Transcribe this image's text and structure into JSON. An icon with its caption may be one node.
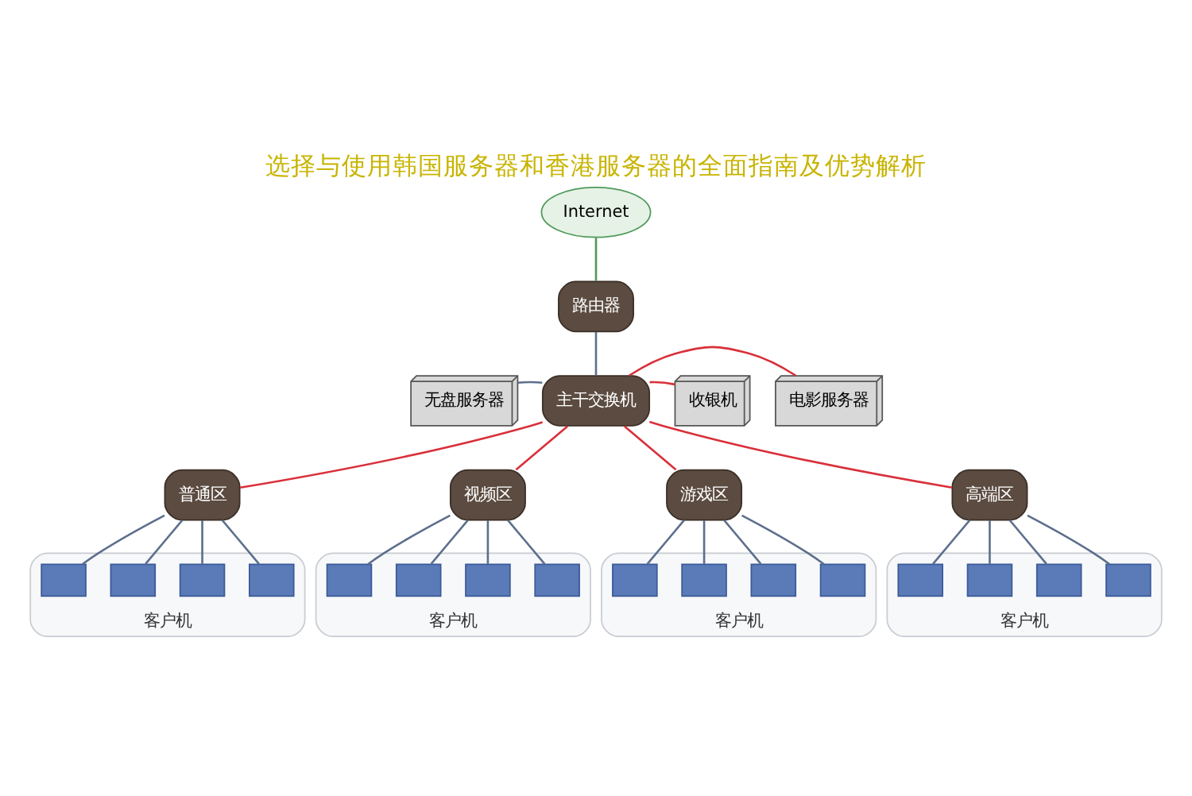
{
  "diagram": {
    "title": "选择与使用韩国服务器和香港服务器的全面指南及优势解析",
    "nodes": [
      {
        "text": [
          "Internet"
        ]
      },
      {
        "text": [
          "路由器"
        ]
      },
      {
        "text": [
          "无盘服务器"
        ]
      },
      {
        "text": [
          "主干交换机"
        ]
      },
      {
        "text": [
          "收银机"
        ]
      },
      {
        "text": [
          "电影服务器"
        ]
      },
      {
        "text": [
          "普通区"
        ]
      },
      {
        "text": [
          "视频区"
        ]
      },
      {
        "text": [
          "游戏区"
        ]
      },
      {
        "text": [
          "高端区"
        ]
      },
      {
        "text": [
          "客户机"
        ]
      },
      {
        "text": [],
        "shape": "box",
        "in": 10
      },
      {
        "text": [],
        "shape": "box",
        "in": 10
      },
      {
        "text": [],
        "shape": "box",
        "in": 10
      },
      {
        "text": [],
        "shape": "box",
        "in": 10
      },
      {
        "text": [
          "客户机"
        ]
      },
      {
        "text": [],
        "shape": "box",
        "in": 15
      },
      {
        "text": [],
        "shape": "box",
        "in": 15
      },
      {
        "text": [],
        "shape": "box",
        "in": 15
      },
      {
        "text": [],
        "shape": "box",
        "in": 15
      },
      {
        "text": [
          "客户机"
        ]
      },
      {
        "text": [],
        "shape": "box",
        "in": 20
      },
      {
        "text": [],
        "shape": "box",
        "in": 20
      },
      {
        "text": [],
        "shape": "box",
        "in": 20
      },
      {
        "text": [],
        "shape": "box",
        "in": 20
      },
      {
        "text": [
          "客户机"
        ]
      },
      {
        "text": [],
        "shape": "box",
        "in": 25
      },
      {
        "text": [],
        "shape": "box",
        "in": 25
      },
      {
        "text": [],
        "shape": "box",
        "in": 25
      },
      {
        "text": [],
        "shape": "box",
        "in": 25
      }
    ],
    "edges": [
      {
        "from": 0,
        "to": 1,
        "arrow": "none",
        "color": "#4f9a5a"
      },
      {
        "from": 1,
        "to": 3,
        "arrow": "none"
      },
      {
        "from": 2,
        "to": 3,
        "arrow": "none"
      },
      {
        "from": 3,
        "to": 4,
        "arrow": "none",
        "color": "#d9303a"
      },
      {
        "from": 3,
        "to": 5,
        "arrow": "none",
        "color": "#d9303a"
      },
      {
        "from": 3,
        "to": 6,
        "arrow": "none",
        "color": "#d9303a"
      },
      {
        "from": 3,
        "to": 7,
        "arrow": "none",
        "color": "#d9303a"
      },
      {
        "from": 3,
        "to": 8,
        "arrow": "none",
        "color": "#d9303a"
      },
      {
        "from": 3,
        "to": 9,
        "arrow": "none",
        "color": "#d9303a"
      },
      {
        "from": 6,
        "to": 11,
        "arrow": "none"
      },
      {
        "from": 6,
        "to": 12,
        "arrow": "none"
      },
      {
        "from": 6,
        "to": 13,
        "arrow": "none"
      },
      {
        "from": 6,
        "to": 14,
        "arrow": "none"
      },
      {
        "from": 7,
        "to": 16,
        "arrow": "none"
      },
      {
        "from": 7,
        "to": 17,
        "arrow": "none"
      },
      {
        "from": 7,
        "to": 18,
        "arrow": "none"
      },
      {
        "from": 7,
        "to": 19,
        "arrow": "none"
      },
      {
        "from": 8,
        "to": 21,
        "arrow": "none"
      },
      {
        "from": 8,
        "to": 22,
        "arrow": "none"
      },
      {
        "from": 8,
        "to": 23,
        "arrow": "none"
      },
      {
        "from": 8,
        "to": 24,
        "arrow": "none"
      },
      {
        "from": 9,
        "to": 26,
        "arrow": "none"
      },
      {
        "from": 9,
        "to": 27,
        "arrow": "none"
      },
      {
        "from": 9,
        "to": 28,
        "arrow": "none"
      },
      {
        "from": 9,
        "to": 29,
        "arrow": "none"
      }
    ]
  }
}
